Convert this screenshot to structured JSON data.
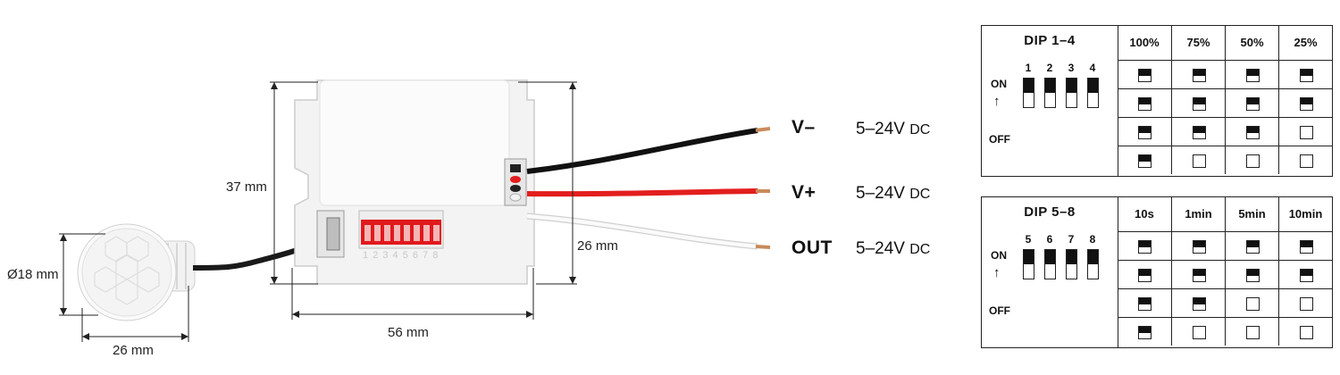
{
  "dimensions": {
    "height": "37 mm",
    "width": "56 mm",
    "depth": "26 mm",
    "sensor_diameter": "Ø18 mm",
    "sensor_width": "26 mm"
  },
  "wires": [
    {
      "name": "V–",
      "voltage": "5–24V",
      "unit": "DC",
      "color": "#111111"
    },
    {
      "name": "V+",
      "voltage": "5–24V",
      "unit": "DC",
      "color": "#e31e1e"
    },
    {
      "name": "OUT",
      "voltage": "5–24V",
      "unit": "DC",
      "color": "#f2f2f2"
    }
  ],
  "board_numbers": "1 2 3 4 5 6 7 8",
  "dip_tables": [
    {
      "title": "DIP 1–4",
      "switch_numbers": [
        "1",
        "2",
        "3",
        "4"
      ],
      "on_label": "ON",
      "off_label": "OFF",
      "arrow": "↑",
      "columns": [
        "100%",
        "75%",
        "50%",
        "25%"
      ],
      "rows": [
        [
          true,
          true,
          true,
          true
        ],
        [
          true,
          true,
          true,
          true
        ],
        [
          true,
          true,
          true,
          false
        ],
        [
          true,
          false,
          false,
          false
        ]
      ]
    },
    {
      "title": "DIP 5–8",
      "switch_numbers": [
        "5",
        "6",
        "7",
        "8"
      ],
      "on_label": "ON",
      "off_label": "OFF",
      "arrow": "↑",
      "columns": [
        "10s",
        "1min",
        "5min",
        "10min"
      ],
      "rows": [
        [
          true,
          true,
          true,
          true
        ],
        [
          true,
          true,
          true,
          true
        ],
        [
          true,
          true,
          false,
          false
        ],
        [
          true,
          false,
          false,
          false
        ]
      ]
    }
  ]
}
